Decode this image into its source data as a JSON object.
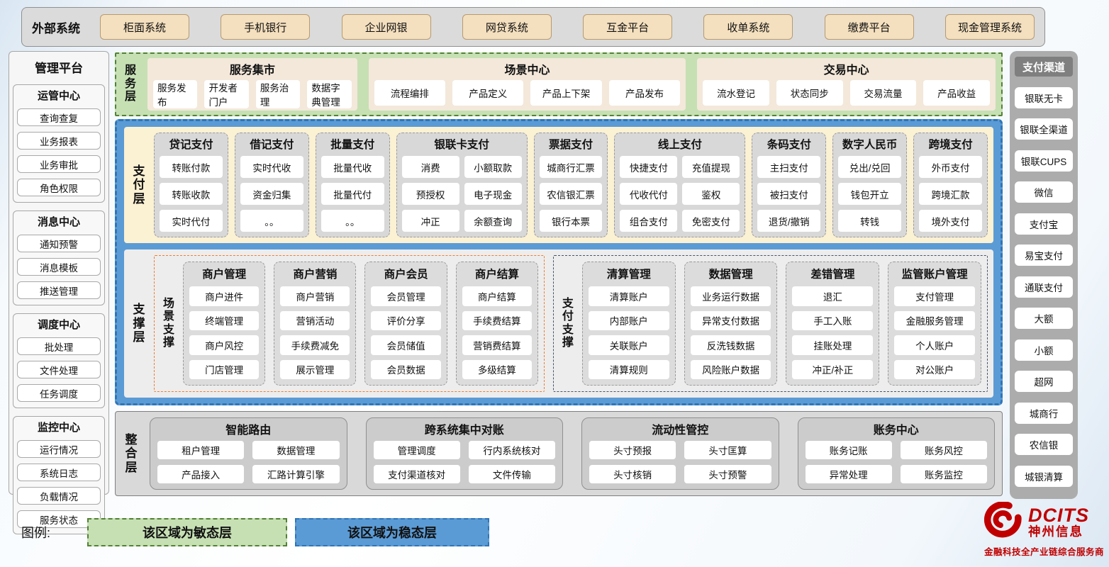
{
  "external_systems": {
    "label": "外部系统",
    "items": [
      "柜面系统",
      "手机银行",
      "企业网银",
      "网贷系统",
      "互金平台",
      "收单系统",
      "缴费平台",
      "现金管理系统"
    ]
  },
  "management_platform": {
    "title": "管理平台",
    "groups": [
      {
        "title": "运管中心",
        "items": [
          "查询查复",
          "业务报表",
          "业务审批",
          "角色权限"
        ]
      },
      {
        "title": "消息中心",
        "items": [
          "通知预警",
          "消息模板",
          "推送管理"
        ]
      },
      {
        "title": "调度中心",
        "items": [
          "批处理",
          "文件处理",
          "任务调度"
        ]
      },
      {
        "title": "监控中心",
        "items": [
          "运行情况",
          "系统日志",
          "负载情况",
          "服务状态"
        ]
      }
    ]
  },
  "service_layer": {
    "label": "服务层",
    "centers": [
      {
        "title": "服务集市",
        "flex": 2.93,
        "items": [
          "服务发布",
          "开发者门户",
          "服务治理",
          "数据字典管理"
        ]
      },
      {
        "title": "场景中心",
        "flex": 4.52,
        "items": [
          "流程编排",
          "产品定义",
          "产品上下架",
          "产品发布"
        ]
      },
      {
        "title": "交易中心",
        "flex": 4.24,
        "items": [
          "流水登记",
          "状态同步",
          "交易流量",
          "产品收益"
        ]
      }
    ]
  },
  "payment_layer": {
    "label": "支付层",
    "columns": [
      {
        "title": "贷记支付",
        "cols": 1,
        "items": [
          "转账付款",
          "转账收款",
          "实时代付"
        ]
      },
      {
        "title": "借记支付",
        "cols": 1,
        "items": [
          "实时代收",
          "资金归集",
          "。。"
        ]
      },
      {
        "title": "批量支付",
        "cols": 1,
        "items": [
          "批量代收",
          "批量代付",
          "。。"
        ]
      },
      {
        "title": "银联卡支付",
        "cols": 2,
        "items": [
          "消费",
          "小额取款",
          "预授权",
          "电子现金",
          "冲正",
          "余额查询"
        ]
      },
      {
        "title": "票据支付",
        "cols": 1,
        "items": [
          "城商行汇票",
          "农信银汇票",
          "银行本票"
        ]
      },
      {
        "title": "线上支付",
        "cols": 2,
        "items": [
          "快捷支付",
          "充值提现",
          "代收代付",
          "鉴权",
          "组合支付",
          "免密支付"
        ]
      },
      {
        "title": "条码支付",
        "cols": 1,
        "items": [
          "主扫支付",
          "被扫支付",
          "退货/撤销"
        ]
      },
      {
        "title": "数字人民币",
        "cols": 1,
        "items": [
          "兑出/兑回",
          "钱包开立",
          "转钱"
        ]
      },
      {
        "title": "跨境支付",
        "cols": 1,
        "items": [
          "外币支付",
          "跨境汇款",
          "境外支付"
        ]
      }
    ]
  },
  "support_layer": {
    "label": "支撑层",
    "sections": [
      {
        "label": "场景支撑",
        "accent": "orange",
        "flex": 557,
        "groups": [
          {
            "title": "商户管理",
            "items": [
              "商户进件",
              "终端管理",
              "商户风控",
              "门店管理"
            ]
          },
          {
            "title": "商户营销",
            "items": [
              "商户营销",
              "营销活动",
              "手续费减免",
              "展示管理"
            ]
          },
          {
            "title": "商户会员",
            "items": [
              "会员管理",
              "评价分享",
              "会员储值",
              "会员数据"
            ]
          },
          {
            "title": "商户结算",
            "items": [
              "商户结算",
              "手续费结算",
              "营销费结算",
              "多级结算"
            ]
          }
        ]
      },
      {
        "label": "支付支撑",
        "accent": "dark",
        "flex": 622,
        "groups": [
          {
            "title": "清算管理",
            "items": [
              "清算账户",
              "内部账户",
              "关联账户",
              "清算规则"
            ]
          },
          {
            "title": "数据管理",
            "items": [
              "业务运行数据",
              "异常支付数据",
              "反洗钱数据",
              "风险账户数据"
            ]
          },
          {
            "title": "差错管理",
            "items": [
              "退汇",
              "手工入账",
              "挂账处理",
              "冲正/补正"
            ]
          },
          {
            "title": "监管账户管理",
            "items": [
              "支付管理",
              "金融服务管理",
              "个人账户",
              "对公账户"
            ]
          }
        ]
      }
    ]
  },
  "integration_layer": {
    "label": "整合层",
    "groups": [
      {
        "title": "智能路由",
        "items": [
          "租户管理",
          "数据管理",
          "产品接入",
          "汇路计算引擎"
        ]
      },
      {
        "title": "跨系统集中对账",
        "items": [
          "管理调度",
          "行内系统核对",
          "支付渠道核对",
          "文件传输"
        ]
      },
      {
        "title": "流动性管控",
        "items": [
          "头寸预报",
          "头寸匡算",
          "头寸核销",
          "头寸预警"
        ]
      },
      {
        "title": "账务中心",
        "items": [
          "账务记账",
          "账务风控",
          "异常处理",
          "账务监控"
        ]
      }
    ]
  },
  "payment_channels": {
    "title": "支付渠道",
    "items": [
      "银联无卡",
      "银联全渠道",
      "银联CUPS",
      "微信",
      "支付宝",
      "易宝支付",
      "通联支付",
      "大额",
      "小额",
      "超网",
      "城商行",
      "农信银",
      "城银清算"
    ]
  },
  "legend": {
    "label": "图例:",
    "agile": "该区域为敏态层",
    "stable": "该区域为稳态层"
  },
  "logo": {
    "icon": "dcits-swirl-icon",
    "brand": "DCITS",
    "company": "神州信息",
    "tagline": "金融科技全产业链综合服务商"
  },
  "colors": {
    "agile_green_fill": "#C6E0B4",
    "agile_green_border": "#538135",
    "stable_blue_fill": "#5B9BD5",
    "stable_blue_border": "#2E75B6",
    "payment_cream_fill": "#FBF1D3",
    "external_tan_fill": "#F4DFBE",
    "scene_support_accent": "#ED7D31",
    "pay_support_accent": "#44546A",
    "brand_red": "#C00000"
  }
}
